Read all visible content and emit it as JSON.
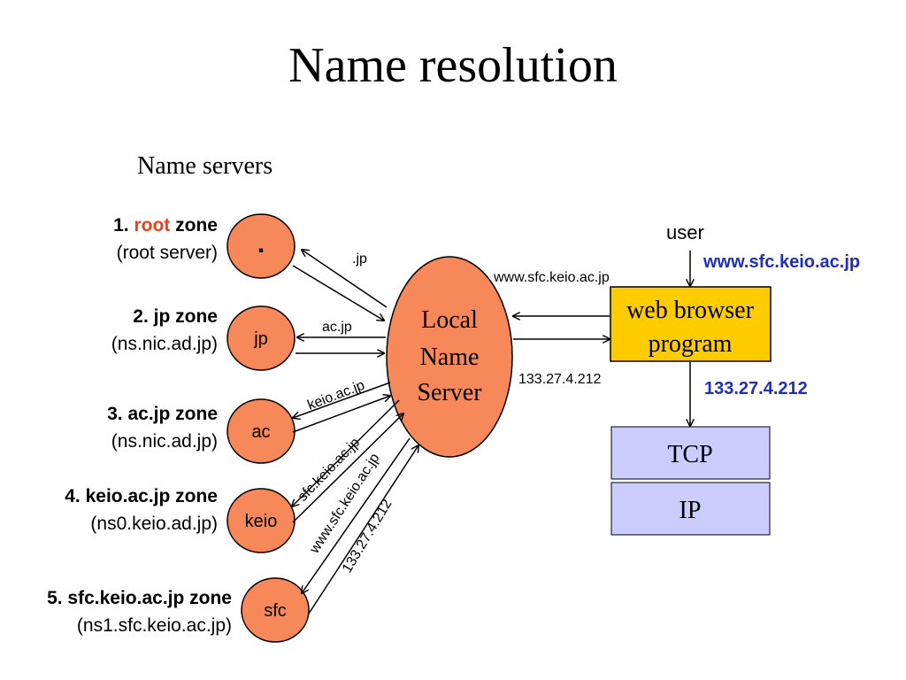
{
  "title": "Name resolution",
  "subtitle": "Name servers",
  "zones": [
    {
      "num": "1.",
      "name": "root",
      "suffix": "zone",
      "server": "(root server)",
      "node": "."
    },
    {
      "num": "2.",
      "name": "jp zone",
      "server": "(ns.nic.ad.jp)",
      "node": "jp"
    },
    {
      "num": "3.",
      "name": "ac.jp zone",
      "server": "(ns.nic.ad.jp)",
      "node": "ac"
    },
    {
      "num": "4.",
      "name": "keio.ac.jp zone",
      "server": "(ns0.keio.ad.jp)",
      "node": "keio"
    },
    {
      "num": "5.",
      "name": "sfc.keio.ac.jp zone",
      "server": "(ns1.sfc.keio.ac.jp)",
      "node": "sfc"
    }
  ],
  "local_server": [
    "Local",
    "Name",
    "Server"
  ],
  "browser": [
    "web browser",
    "program"
  ],
  "tcp": "TCP",
  "ip": "IP",
  "user": "user",
  "query_name": "www.sfc.keio.ac.jp",
  "answer_ip": "133.27.4.212",
  "user_input": "www.sfc.keio.ac.jp",
  "browser_ip": "133.27.4.212",
  "referrals": {
    "root": ".jp",
    "jp": "ac.jp",
    "ac": "keio.ac.jp",
    "keio": "sfc.keio.ac.jp"
  },
  "sfc_query": "www.sfc.keio.ac.jp",
  "sfc_answer": "133.27.4.212",
  "colors": {
    "node_fill": "#f7885a",
    "browser_fill": "#ffcc00",
    "stack_fill": "#ccccff",
    "root_highlight": "#e8401a",
    "blue": "#1f2fb8"
  }
}
